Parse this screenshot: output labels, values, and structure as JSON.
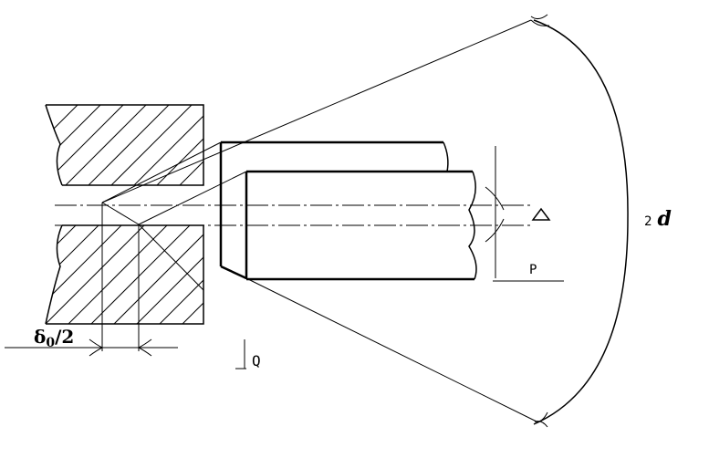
{
  "labels": {
    "delta_main": "δ",
    "delta_sub": "0",
    "delta_rest": "/2",
    "q": "Q",
    "p": "P",
    "alpha_num": "2",
    "alpha_sym": "d"
  }
}
